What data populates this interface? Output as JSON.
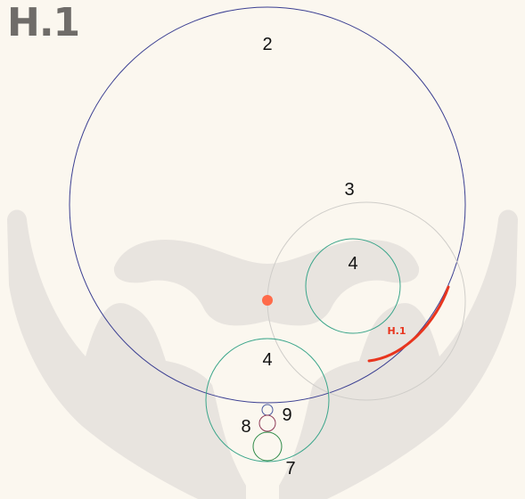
{
  "title": "H.1",
  "labels": {
    "circle_2": "2",
    "circle_3": "3",
    "circle_4_right": "4",
    "circle_4_bottom": "4",
    "circle_7": "7",
    "circle_8": "8",
    "circle_9": "9",
    "arc": "H.1"
  },
  "colors": {
    "background": "#fbf7ef",
    "title": "#6f6c69",
    "hands_silhouette": "#e8e4df",
    "circle_2": "#3b3f92",
    "circle_3": "#cfcdc9",
    "circle_4": "#3aa58a",
    "circle_7": "#2e8a47",
    "circle_8": "#8e3a57",
    "circle_9": "#4a5aa0",
    "arc": "#e8351e",
    "dot": "#ff6b4a"
  }
}
